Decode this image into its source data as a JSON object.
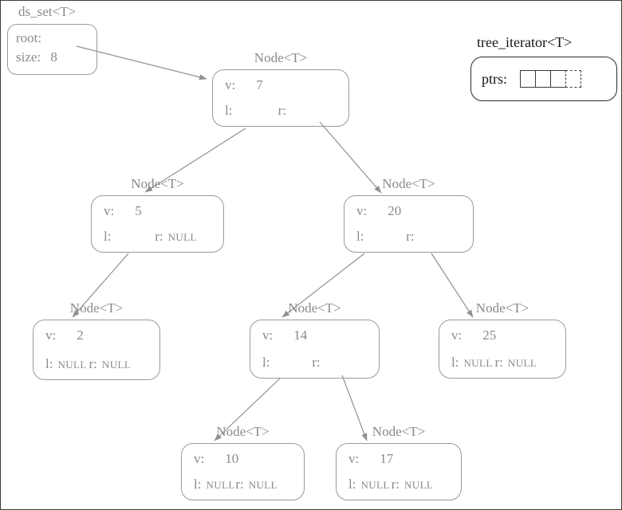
{
  "ds_set": {
    "title": "ds_set<T>",
    "root_label": "root:",
    "size_label": "size:",
    "size_value": "8"
  },
  "iterator": {
    "title": "tree_iterator<T>",
    "ptrs_label": "ptrs:"
  },
  "nodes": [
    {
      "type": "Node<T>",
      "v_label": "v:",
      "v": "7",
      "l_label": "l:",
      "l": "",
      "r_label": "r:",
      "r": ""
    },
    {
      "type": "Node<T>",
      "v_label": "v:",
      "v": "5",
      "l_label": "l:",
      "l": "",
      "r_label": "r:",
      "r": "NULL"
    },
    {
      "type": "Node<T>",
      "v_label": "v:",
      "v": "20",
      "l_label": "l:",
      "l": "",
      "r_label": "r:",
      "r": ""
    },
    {
      "type": "Node<T>",
      "v_label": "v:",
      "v": "2",
      "l_label": "l:",
      "l": "NULL",
      "r_label": "r:",
      "r": "NULL"
    },
    {
      "type": "Node<T>",
      "v_label": "v:",
      "v": "14",
      "l_label": "l:",
      "l": "",
      "r_label": "r:",
      "r": ""
    },
    {
      "type": "Node<T>",
      "v_label": "v:",
      "v": "25",
      "l_label": "l:",
      "l": "NULL",
      "r_label": "r:",
      "r": "NULL"
    },
    {
      "type": "Node<T>",
      "v_label": "v:",
      "v": "10",
      "l_label": "l:",
      "l": "NULL",
      "r_label": "r:",
      "r": "NULL"
    },
    {
      "type": "Node<T>",
      "v_label": "v:",
      "v": "17",
      "l_label": "l:",
      "l": "NULL",
      "r_label": "r:",
      "r": "NULL"
    }
  ],
  "colors": {
    "node_stroke": "#9a9a9a",
    "text_gray": "#8a8a8a",
    "iterator_black": "#151515",
    "arrow": "#909090"
  }
}
